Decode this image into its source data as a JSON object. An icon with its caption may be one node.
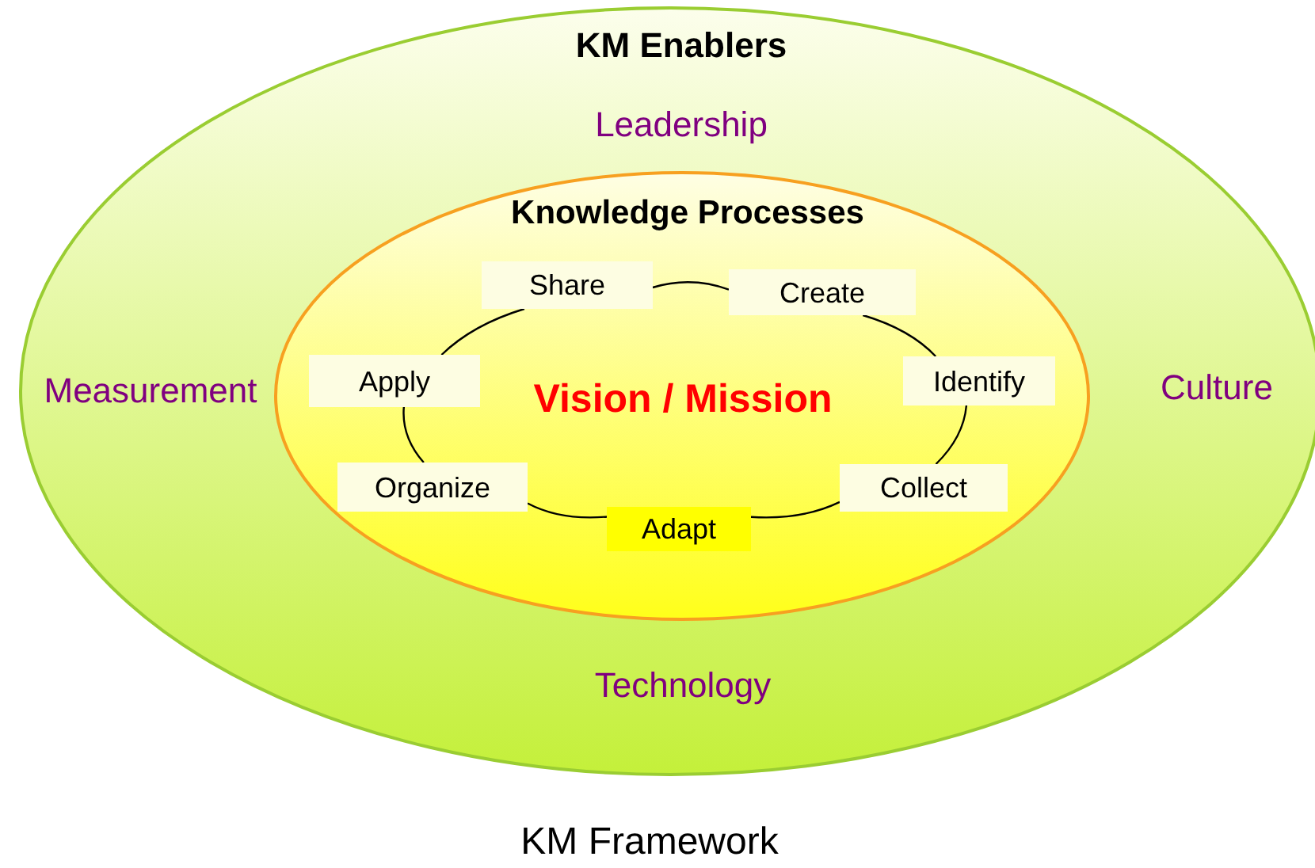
{
  "diagram": {
    "caption": "KM Framework",
    "nodes": [
      {
        "text": [
          "KM Enablers",
          "Leadership",
          "Measurement",
          "Culture",
          "Technology"
        ]
      },
      {
        "text": [
          "Knowledge Processes",
          "Vision / Mission"
        ],
        "in": 0
      },
      {
        "text": [
          "Share"
        ],
        "in": 1
      },
      {
        "text": [
          "Create"
        ],
        "in": 1
      },
      {
        "text": [
          "Identify"
        ],
        "in": 1
      },
      {
        "text": [
          "Collect"
        ],
        "in": 1
      },
      {
        "text": [
          "Adapt"
        ],
        "in": 1
      },
      {
        "text": [
          "Organize"
        ],
        "in": 1
      },
      {
        "text": [
          "Apply"
        ],
        "in": 1
      }
    ],
    "edges": [
      {
        "from": 2,
        "to": 3,
        "arrow": "none"
      },
      {
        "from": 3,
        "to": 4,
        "arrow": "none"
      },
      {
        "from": 4,
        "to": 5,
        "arrow": "none"
      },
      {
        "from": 5,
        "to": 6,
        "arrow": "none"
      },
      {
        "from": 6,
        "to": 7,
        "arrow": "none"
      },
      {
        "from": 7,
        "to": 8,
        "arrow": "none"
      },
      {
        "from": 8,
        "to": 2,
        "arrow": "none"
      }
    ]
  }
}
